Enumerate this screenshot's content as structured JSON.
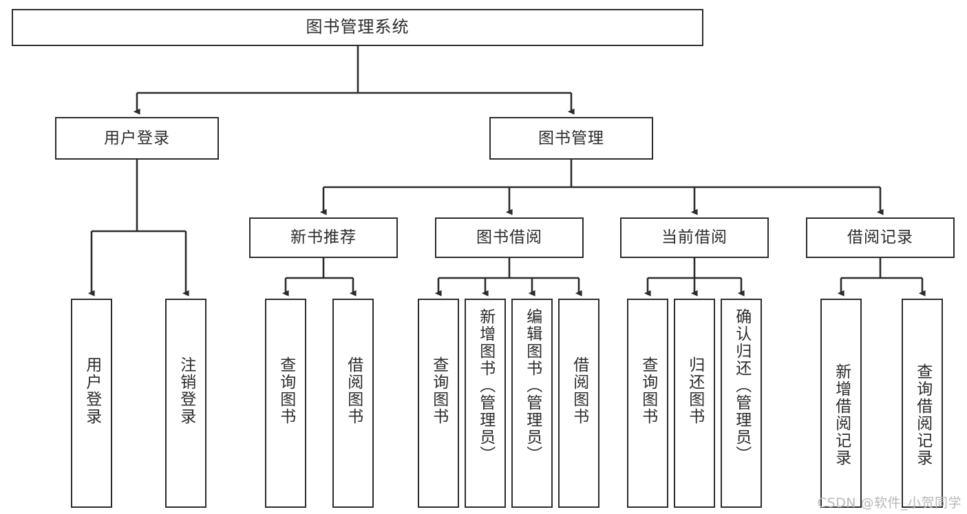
{
  "diagram": {
    "type": "tree-hierarchy",
    "title": "图书管理系统",
    "root": {
      "id": "root",
      "label": "图书管理系统"
    },
    "level2": [
      {
        "id": "user-login",
        "label": "用户登录"
      },
      {
        "id": "book-management",
        "label": "图书管理"
      }
    ],
    "level3": [
      {
        "id": "new-book-recommend",
        "label": "新书推荐",
        "parent": "book-management"
      },
      {
        "id": "book-borrow",
        "label": "图书借阅",
        "parent": "book-management"
      },
      {
        "id": "current-borrow",
        "label": "当前借阅",
        "parent": "book-management"
      },
      {
        "id": "borrow-record",
        "label": "借阅记录",
        "parent": "book-management"
      }
    ],
    "leaves": [
      {
        "id": "leaf-user-login",
        "label": "用户登录",
        "parent": "user-login"
      },
      {
        "id": "leaf-logout",
        "label": "注销登录",
        "parent": "user-login"
      },
      {
        "id": "leaf-query-book-1",
        "label": "查询图书",
        "parent": "new-book-recommend"
      },
      {
        "id": "leaf-borrow-book-1",
        "label": "借阅图书",
        "parent": "new-book-recommend"
      },
      {
        "id": "leaf-query-book-2",
        "label": "查询图书",
        "parent": "book-borrow"
      },
      {
        "id": "leaf-add-book",
        "label": "新增图书（管理员）",
        "parent": "book-borrow"
      },
      {
        "id": "leaf-edit-book",
        "label": "编辑图书（管理员）",
        "parent": "book-borrow"
      },
      {
        "id": "leaf-borrow-book-2",
        "label": "借阅图书",
        "parent": "book-borrow"
      },
      {
        "id": "leaf-query-book-3",
        "label": "查询图书",
        "parent": "current-borrow"
      },
      {
        "id": "leaf-return-book",
        "label": "归还图书",
        "parent": "current-borrow"
      },
      {
        "id": "leaf-confirm-return",
        "label": "确认归还（管理员）",
        "parent": "current-borrow"
      },
      {
        "id": "leaf-add-record",
        "label": "新增借阅记录",
        "parent": "borrow-record"
      },
      {
        "id": "leaf-query-record",
        "label": "查询借阅记录",
        "parent": "borrow-record"
      }
    ],
    "colors": {
      "stroke": "#2b2b2b",
      "fill": "#ffffff",
      "text": "#2b2b2b",
      "watermark": "#b8b8b8"
    }
  },
  "watermark": {
    "text": "CSDN @软件_小贺同学"
  }
}
